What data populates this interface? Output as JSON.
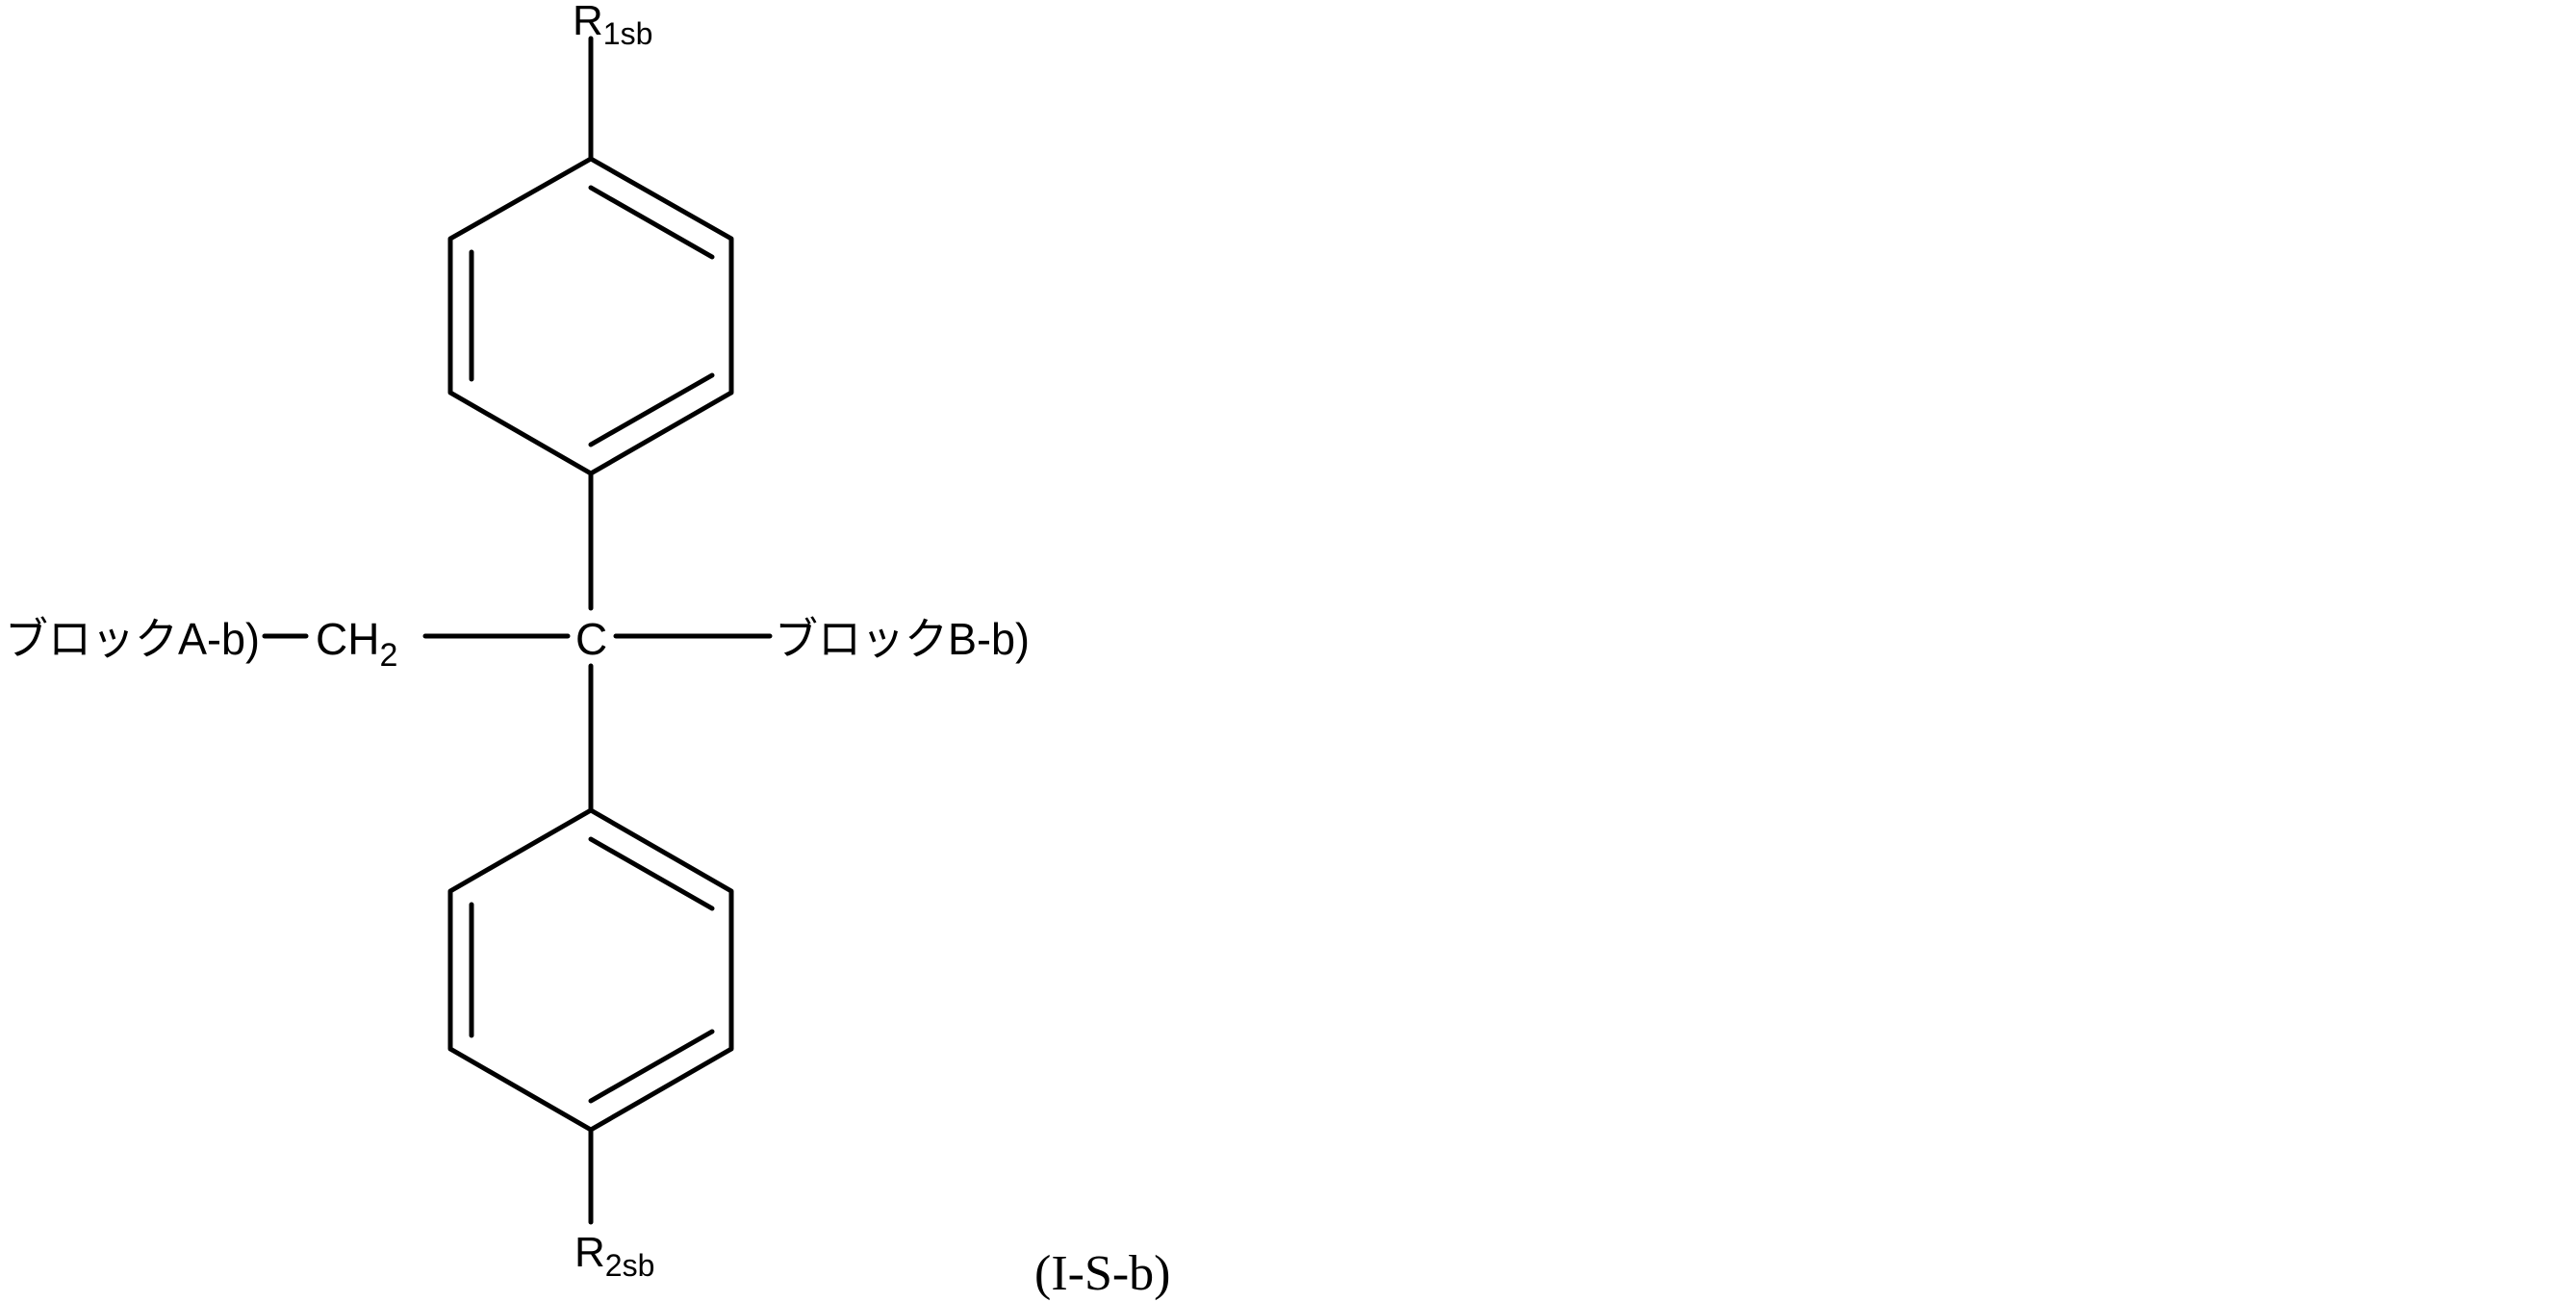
{
  "diagram": {
    "type": "chemical-structure",
    "formula_label": "(I-S-b)",
    "substituents": {
      "top": {
        "main": "R",
        "sub": "1sb"
      },
      "bottom": {
        "main": "R",
        "sub": "2sb"
      }
    },
    "center_atom": "C",
    "left_group": {
      "block": "ブロックA-b)",
      "ch2_main": "CH",
      "ch2_sub": "2"
    },
    "right_group": {
      "block": "ブロックB-b)"
    },
    "line_color": "#000000",
    "background": "#ffffff"
  }
}
